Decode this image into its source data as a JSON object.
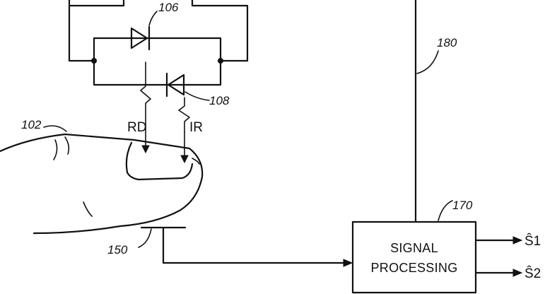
{
  "refs": {
    "led_red": "106",
    "led_ir": "108",
    "finger": "102",
    "detector": "150",
    "processor": "170",
    "cable": "180"
  },
  "signals": {
    "red": "RD",
    "infrared": "IR"
  },
  "processor_box": {
    "line1": "SIGNAL",
    "line2": "PROCESSING"
  },
  "outputs": {
    "s1": "Ŝ1",
    "s2": "Ŝ2"
  }
}
